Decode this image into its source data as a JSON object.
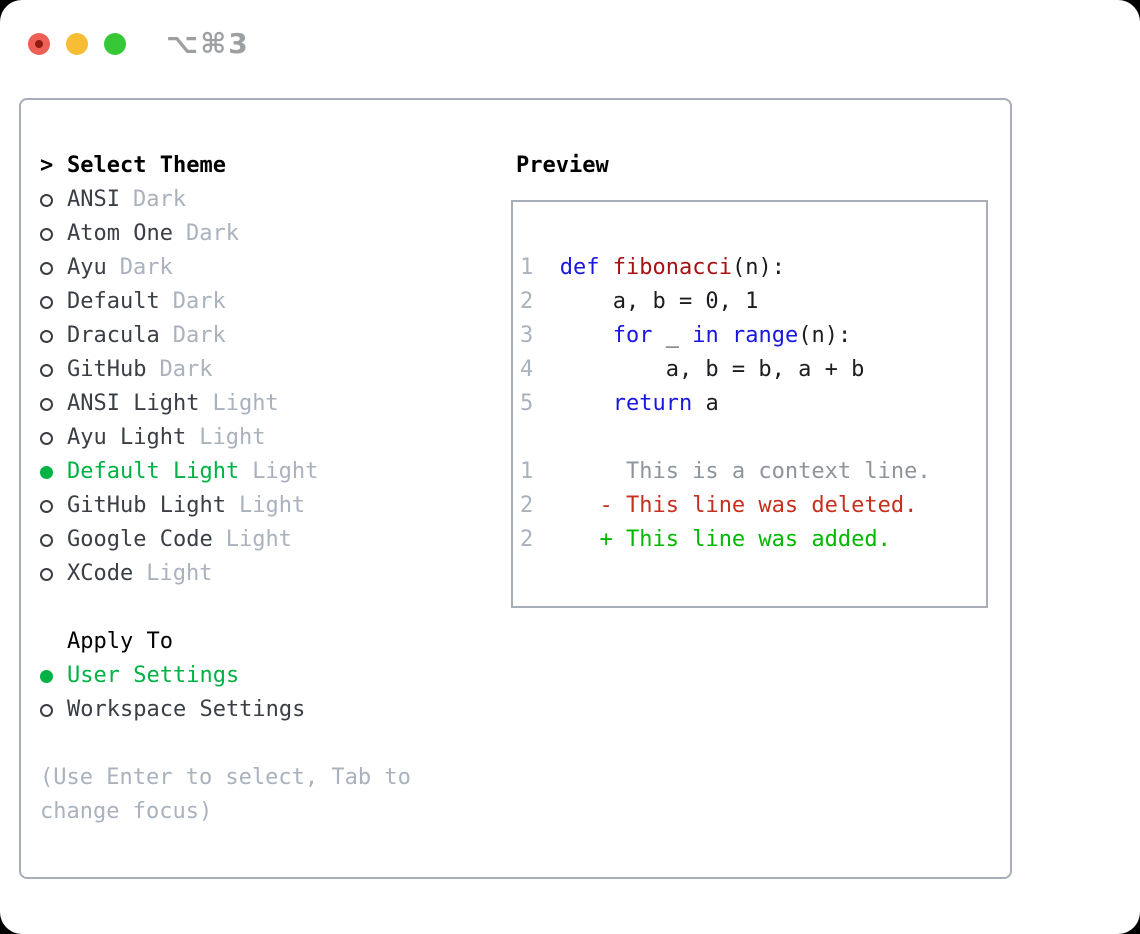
{
  "window": {
    "shortcut_hint": "⌥⌘3"
  },
  "colors": {
    "accent_green": "#00b244",
    "diff_add_green": "#00b800",
    "diff_del_red": "#c5301f",
    "context_gray": "#8d949c",
    "keyword_blue": "#1a17e0",
    "function_red": "#a81212",
    "code_black": "#1b1d21",
    "muted_gray": "#a9b2bd",
    "item_charcoal": "#3a3e45",
    "border_gray": "#a8aeb8",
    "traffic_red": "#ee6055",
    "traffic_red_dot": "#8e1a12",
    "traffic_yellow": "#f6bd35",
    "traffic_green": "#37c837",
    "shortcut_gray": "#9da0a3"
  },
  "theme_picker": {
    "header_marker": ">",
    "header": "Select Theme",
    "options": [
      {
        "name": "ANSI",
        "variant": "Dark",
        "selected": false
      },
      {
        "name": "Atom One",
        "variant": "Dark",
        "selected": false
      },
      {
        "name": "Ayu",
        "variant": "Dark",
        "selected": false
      },
      {
        "name": "Default",
        "variant": "Dark",
        "selected": false
      },
      {
        "name": "Dracula",
        "variant": "Dark",
        "selected": false
      },
      {
        "name": "GitHub",
        "variant": "Dark",
        "selected": false
      },
      {
        "name": "ANSI Light",
        "variant": "Light",
        "selected": false
      },
      {
        "name": "Ayu Light",
        "variant": "Light",
        "selected": false
      },
      {
        "name": "Default Light",
        "variant": "Light",
        "selected": true
      },
      {
        "name": "GitHub Light",
        "variant": "Light",
        "selected": false
      },
      {
        "name": "Google Code",
        "variant": "Light",
        "selected": false
      },
      {
        "name": "XCode",
        "variant": "Light",
        "selected": false
      }
    ]
  },
  "apply_to": {
    "header": "Apply To",
    "options": [
      {
        "name": "User Settings",
        "selected": true
      },
      {
        "name": "Workspace Settings",
        "selected": false
      }
    ]
  },
  "hint": "(Use Enter to select, Tab to change focus)",
  "preview": {
    "title": "Preview",
    "lines": [
      [
        [
          "1",
          "num"
        ],
        [
          "  ",
          "pl"
        ],
        [
          "def",
          "kw"
        ],
        [
          " ",
          "pl"
        ],
        [
          "fibonacci",
          "fn"
        ],
        [
          "(n):",
          "pl"
        ]
      ],
      [
        [
          "2",
          "num"
        ],
        [
          "      a, b = 0, 1",
          "pl"
        ]
      ],
      [
        [
          "3",
          "num"
        ],
        [
          "      ",
          "pl"
        ],
        [
          "for",
          "kw"
        ],
        [
          " _ ",
          "pl"
        ],
        [
          "in",
          "kw"
        ],
        [
          " ",
          "pl"
        ],
        [
          "range",
          "kw"
        ],
        [
          "(n):",
          "pl"
        ]
      ],
      [
        [
          "4",
          "num"
        ],
        [
          "          a, b = b, a + b",
          "pl"
        ]
      ],
      [
        [
          "5",
          "num"
        ],
        [
          "      ",
          "pl"
        ],
        [
          "return",
          "kw"
        ],
        [
          " a",
          "pl"
        ]
      ],
      [],
      [
        [
          "1",
          "num"
        ],
        [
          "       This is a context line.",
          "ctx"
        ]
      ],
      [
        [
          "2",
          "num"
        ],
        [
          "     ",
          "pl"
        ],
        [
          "- This line was deleted.",
          "del"
        ]
      ],
      [
        [
          "2",
          "num"
        ],
        [
          "     ",
          "pl"
        ],
        [
          "+ This line was added.",
          "add"
        ]
      ]
    ]
  }
}
